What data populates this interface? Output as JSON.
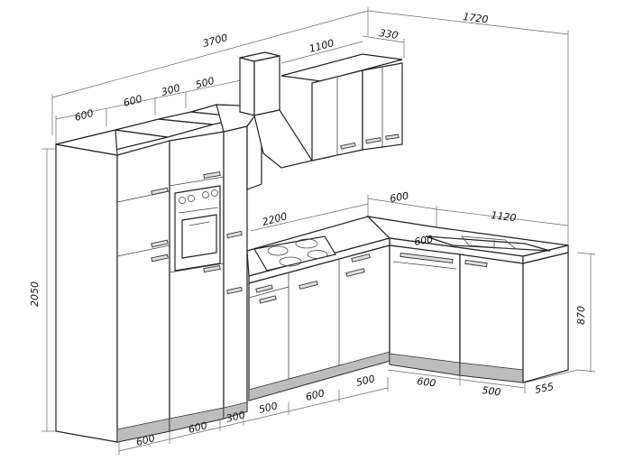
{
  "drawing": {
    "dimensions": {
      "width_left_total": "3700",
      "width_right_total": "1720",
      "upper_wall_cabinets": "1100",
      "upper_end_shelf": "330",
      "tall_units": [
        "600",
        "600",
        "300",
        "500"
      ],
      "worktop_left": "2200",
      "worktop_depth": "600",
      "worktop_right": "1120",
      "sink_depth": "600",
      "height_tall": "2050",
      "height_base": "870",
      "bottom_left": [
        "600",
        "600",
        "300",
        "500",
        "600",
        "500"
      ],
      "bottom_right": [
        "600",
        "500",
        "555"
      ]
    }
  }
}
